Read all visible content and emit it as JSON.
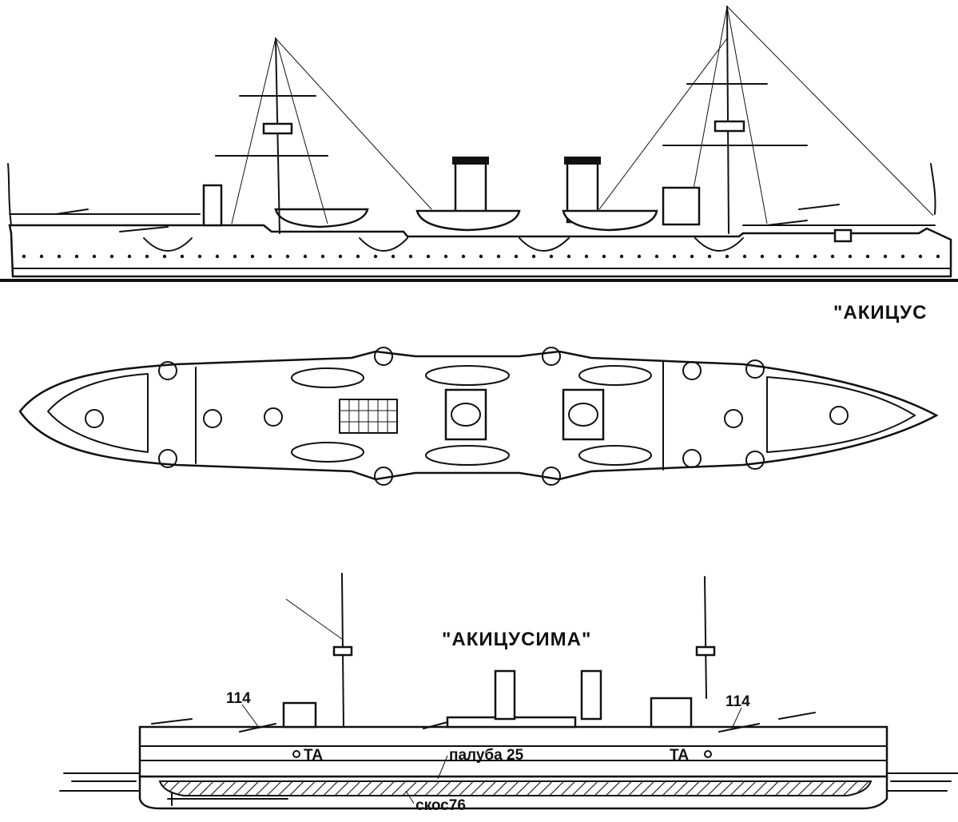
{
  "top_title_partial": "\"АКИЦУС",
  "bottom_title": "\"АКИЦУСИМА\"",
  "labels": {
    "gun_left": "114",
    "gun_right": "114",
    "torpedo_left": "ТА",
    "torpedo_right": "ТА",
    "deck": "палуба 25",
    "slope": "скос76"
  }
}
